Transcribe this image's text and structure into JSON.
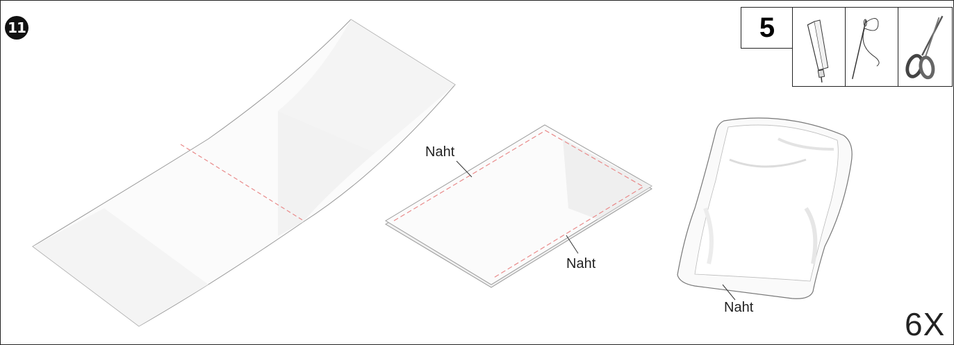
{
  "step_number": "11",
  "tools": {
    "count": "5",
    "items": [
      "glue-tube-icon",
      "needle-and-thread-icon",
      "scissors-icon"
    ]
  },
  "labels": {
    "seam_left": "Naht",
    "seam_bottom": "Naht",
    "seam_pillow": "Naht"
  },
  "multiplier": "6X",
  "colors": {
    "outline": "#222222",
    "seam": "#e98a8a",
    "fabric": "#f6f6f6"
  }
}
